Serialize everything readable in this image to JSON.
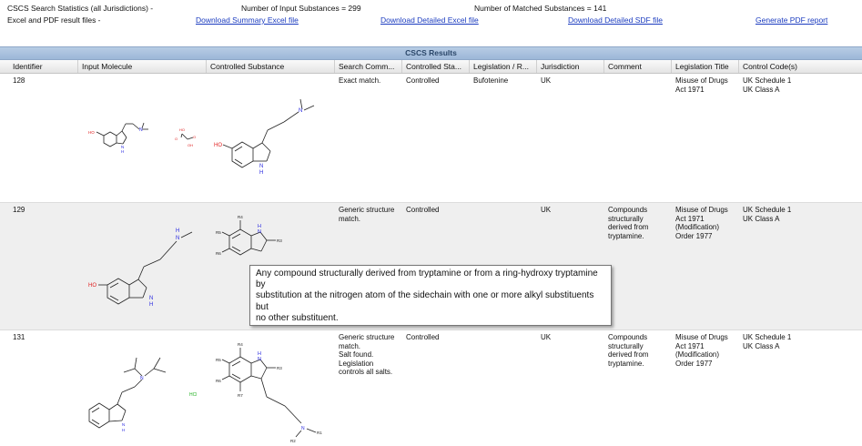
{
  "stats": {
    "search_label": "CSCS Search Statistics (all Jurisdictions) -",
    "files_label": "Excel and PDF result files -",
    "input_count": "Number of Input Substances = 299",
    "matched_count": "Number of Matched Substances = 141",
    "links": {
      "summary_excel": "Download Summary Excel file",
      "detailed_excel": "Download Detailed Excel file",
      "detailed_sdf": "Download Detailed SDF file",
      "pdf_report": "Generate PDF report"
    }
  },
  "results_title": "CSCS Results",
  "columns": [
    "Identifier",
    "Input Molecule",
    "Controlled Substance",
    "Search Comm...",
    "Controlled Sta...",
    "Legislation / R...",
    "Jurisdiction",
    "Comment",
    "Legislation Title",
    "Control Code(s)"
  ],
  "rows": [
    {
      "identifier": "128",
      "search_comment": "Exact match.",
      "controlled_status": "Controlled",
      "legislation": "Bufotenine",
      "jurisdiction": "UK",
      "comment": "",
      "legislation_title": "Misuse of Drugs\nAct 1971",
      "control_codes": "UK Schedule 1\nUK Class A"
    },
    {
      "identifier": "129",
      "search_comment": "Generic structure\nmatch.",
      "controlled_status": "Controlled",
      "legislation": "",
      "jurisdiction": "UK",
      "comment": "Compounds\nstructurally\nderived from\ntryptamine.",
      "legislation_title": "Misuse of Drugs\nAct 1971\n(Modification)\nOrder 1977",
      "control_codes": "UK Schedule 1\nUK Class A"
    },
    {
      "identifier": "131",
      "search_comment": "Generic structure\nmatch.\nSalt found.\nLegislation\ncontrols all salts.",
      "controlled_status": "Controlled",
      "legislation": "",
      "jurisdiction": "UK",
      "comment": "Compounds\nstructurally\nderived from\ntryptamine.",
      "legislation_title": "Misuse of Drugs\nAct 1971\n(Modification)\nOrder 1977",
      "control_codes": "UK Schedule 1\nUK Class A"
    }
  ],
  "tooltip": "Any compound structurally derived from tryptamine or from a ring-hydroxy tryptamine\nby\nsubstitution at the nitrogen atom of the sidechain with one or more alkyl substituents\nbut\nno other substituent.",
  "atoms": {
    "ho": "HO",
    "n": "N",
    "h": "H",
    "o": "O",
    "oh": "OH",
    "hcl": "HCl",
    "r1": "R1",
    "r2": "R2",
    "r3": "R3",
    "r4": "R4",
    "r5": "R5",
    "r6": "R6",
    "r7": "R7"
  },
  "colors": {
    "link": "#1a3bbf",
    "results_bar": "#a9c0de",
    "nitrogen": "#2a2ae0",
    "oxygen": "#e02020",
    "chlorine": "#20b020",
    "bond": "#222222"
  }
}
